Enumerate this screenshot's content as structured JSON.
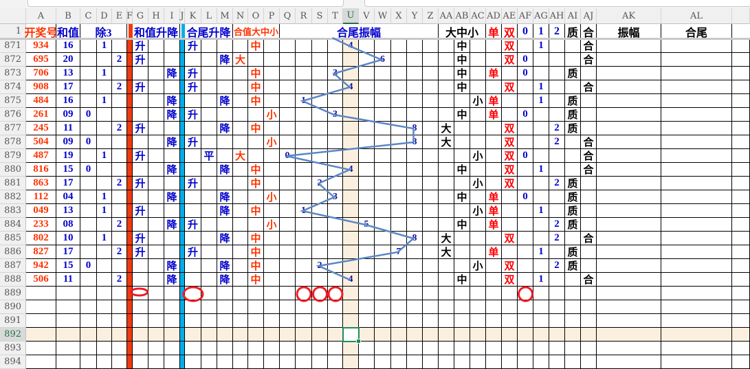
{
  "columns": [
    "A",
    "B",
    "C",
    "D",
    "E",
    "F",
    "G",
    "H",
    "I",
    "J",
    "K",
    "L",
    "M",
    "N",
    "O",
    "P",
    "Q",
    "R",
    "S",
    "T",
    "U",
    "V",
    "W",
    "X",
    "Y",
    "Z",
    "AA",
    "AB",
    "AC",
    "AD",
    "AE",
    "AF",
    "AG",
    "AH",
    "AI",
    "AJ",
    "AK",
    "AL"
  ],
  "header_row": {
    "row_number": "1",
    "cells": [
      {
        "from": "A",
        "to": "A",
        "label": "开奖号",
        "tone": "red"
      },
      {
        "from": "B",
        "to": "B",
        "label": "和值",
        "tone": "blue"
      },
      {
        "from": "C",
        "to": "E",
        "label": "除3",
        "tone": "blue"
      },
      {
        "from": "G",
        "to": "I",
        "label": "和值升降",
        "tone": "blue"
      },
      {
        "from": "K",
        "to": "M",
        "label": "合尾升降",
        "tone": "blue"
      },
      {
        "from": "N",
        "to": "P",
        "label": "合值大中小",
        "tone": "red-small"
      },
      {
        "from": "Q",
        "to": "Z",
        "label": "合尾振幅",
        "tone": "blue"
      },
      {
        "from": "AA",
        "to": "AC",
        "label": "大中小",
        "tone": "black"
      },
      {
        "from": "AD",
        "to": "AD",
        "label": "单",
        "tone": "pure"
      },
      {
        "from": "AE",
        "to": "AE",
        "label": "双",
        "tone": "pure"
      },
      {
        "from": "AF",
        "to": "AF",
        "label": "0",
        "tone": "blue"
      },
      {
        "from": "AG",
        "to": "AG",
        "label": "1",
        "tone": "blue"
      },
      {
        "from": "AH",
        "to": "AH",
        "label": "2",
        "tone": "blue"
      },
      {
        "from": "AI",
        "to": "AI",
        "label": "质",
        "tone": "black"
      },
      {
        "from": "AJ",
        "to": "AJ",
        "label": "合",
        "tone": "black"
      },
      {
        "from": "AK",
        "to": "AK",
        "label": "振幅",
        "tone": "black"
      },
      {
        "from": "AL",
        "to": "AL",
        "label": "合尾",
        "tone": "black"
      }
    ]
  },
  "rows": [
    {
      "n": "871",
      "A": "934",
      "B": "16",
      "D": "1",
      "G": "升",
      "K": "升",
      "O": "中",
      "amp": "4",
      "AB": "中",
      "AE": "双",
      "AG": "1",
      "AJ": "合"
    },
    {
      "n": "872",
      "A": "695",
      "B": "20",
      "E": "2",
      "G": "升",
      "M": "降",
      "N": "大",
      "amp": "6",
      "AB": "中",
      "AE": "双",
      "AF": "0",
      "AJ": "合"
    },
    {
      "n": "873",
      "A": "706",
      "B": "13",
      "D": "1",
      "I": "降",
      "K": "升",
      "O": "中",
      "amp": "3",
      "AB": "中",
      "AD": "单",
      "AF": "0",
      "AI": "质"
    },
    {
      "n": "874",
      "A": "908",
      "B": "17",
      "E": "2",
      "G": "升",
      "K": "升",
      "O": "中",
      "amp": "4",
      "AB": "中",
      "AE": "双",
      "AG": "1",
      "AJ": "合"
    },
    {
      "n": "875",
      "A": "484",
      "B": "16",
      "D": "1",
      "I": "降",
      "M": "降",
      "O": "中",
      "amp": "1",
      "AC": "小",
      "AD": "单",
      "AG": "1",
      "AI": "质"
    },
    {
      "n": "876",
      "A": "261",
      "B": "09",
      "C": "0",
      "I": "降",
      "K": "升",
      "P": "小",
      "amp": "3",
      "AB": "中",
      "AD": "单",
      "AF": "0",
      "AI": "质"
    },
    {
      "n": "877",
      "A": "245",
      "B": "11",
      "E": "2",
      "G": "升",
      "M": "降",
      "O": "中",
      "amp": "8",
      "AA": "大",
      "AE": "双",
      "AH": "2",
      "AI": "质"
    },
    {
      "n": "878",
      "A": "504",
      "B": "09",
      "C": "0",
      "I": "降",
      "K": "升",
      "P": "小",
      "amp": "8",
      "AA": "大",
      "AE": "双",
      "AH": "2",
      "AJ": "合"
    },
    {
      "n": "879",
      "A": "487",
      "B": "19",
      "D": "1",
      "G": "升",
      "L": "平",
      "N": "大",
      "amp": "0",
      "AC": "小",
      "AE": "双",
      "AF": "0",
      "AJ": "合"
    },
    {
      "n": "880",
      "A": "816",
      "B": "15",
      "C": "0",
      "I": "降",
      "M": "降",
      "O": "中",
      "amp": "4",
      "AB": "中",
      "AE": "双",
      "AG": "1",
      "AJ": "合"
    },
    {
      "n": "881",
      "A": "863",
      "B": "17",
      "E": "2",
      "G": "升",
      "K": "升",
      "O": "中",
      "amp": "2",
      "AC": "小",
      "AE": "双",
      "AH": "2",
      "AI": "质"
    },
    {
      "n": "882",
      "A": "112",
      "B": "04",
      "D": "1",
      "I": "降",
      "M": "降",
      "P": "小",
      "amp": "3",
      "AB": "中",
      "AD": "单",
      "AF": "0",
      "AI": "质"
    },
    {
      "n": "883",
      "A": "049",
      "B": "13",
      "D": "1",
      "G": "升",
      "M": "降",
      "O": "中",
      "amp": "1",
      "AC": "小",
      "AD": "单",
      "AG": "1",
      "AI": "质"
    },
    {
      "n": "884",
      "A": "233",
      "B": "08",
      "E": "2",
      "I": "降",
      "K": "升",
      "P": "小",
      "amp": "5",
      "AB": "中",
      "AD": "单",
      "AH": "2",
      "AI": "质"
    },
    {
      "n": "885",
      "A": "802",
      "B": "10",
      "D": "1",
      "G": "升",
      "M": "降",
      "O": "中",
      "amp": "8",
      "AA": "大",
      "AE": "双",
      "AH": "2",
      "AJ": "合"
    },
    {
      "n": "886",
      "A": "827",
      "B": "17",
      "E": "2",
      "G": "升",
      "K": "升",
      "O": "中",
      "amp": "7",
      "AA": "大",
      "AD": "单",
      "AG": "1",
      "AI": "质"
    },
    {
      "n": "887",
      "A": "942",
      "B": "15",
      "C": "0",
      "I": "降",
      "M": "降",
      "O": "中",
      "amp": "2",
      "AC": "小",
      "AE": "双",
      "AH": "2",
      "AI": "质"
    },
    {
      "n": "888",
      "A": "506",
      "B": "11",
      "E": "2",
      "I": "降",
      "M": "降",
      "O": "中",
      "amp": "4",
      "AB": "中",
      "AE": "双",
      "AG": "1",
      "AJ": "合"
    }
  ],
  "empty_rows": [
    "889",
    "890",
    "891",
    "892",
    "893",
    "894"
  ],
  "selected_cell": {
    "column": "U",
    "row": "892"
  },
  "annotations": {
    "row": "889",
    "circled_columns": [
      "G",
      "K",
      "R",
      "S",
      "T",
      "AF"
    ]
  },
  "colors": {
    "zigzag_line": "#5b87c5",
    "annotation_circle": "#ee1c24",
    "separator_red": "#f03a10",
    "separator_blue": "#00aeea",
    "highlight": "#fbf0df",
    "selection": "#1e8c5a"
  }
}
